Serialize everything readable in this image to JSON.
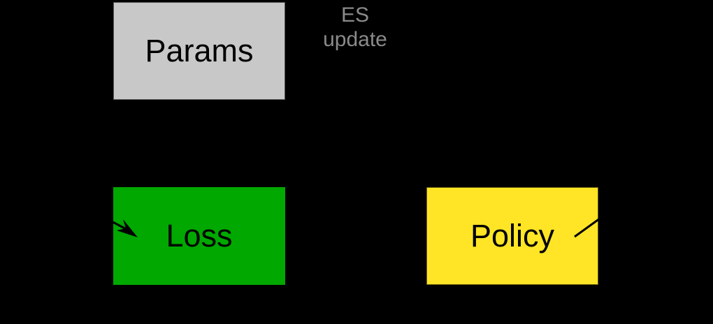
{
  "diagram": {
    "background": "#000000",
    "nodes": [
      {
        "id": "params",
        "label": "Params",
        "fill": "#c8c8c8"
      },
      {
        "id": "loss",
        "label": "Loss",
        "fill": "#00a800"
      },
      {
        "id": "policy",
        "label": "Policy",
        "fill": "#ffe525"
      }
    ],
    "edge_labels": {
      "es_update_line1": "ES",
      "es_update_line2": "update",
      "color": "#8a8a8a"
    },
    "edges": [
      {
        "from": "left-offscreen",
        "to": "loss",
        "style": "arrow",
        "color": "#000000"
      },
      {
        "from": "policy",
        "to": "right-offscreen",
        "style": "line",
        "color": "#000000"
      }
    ]
  }
}
